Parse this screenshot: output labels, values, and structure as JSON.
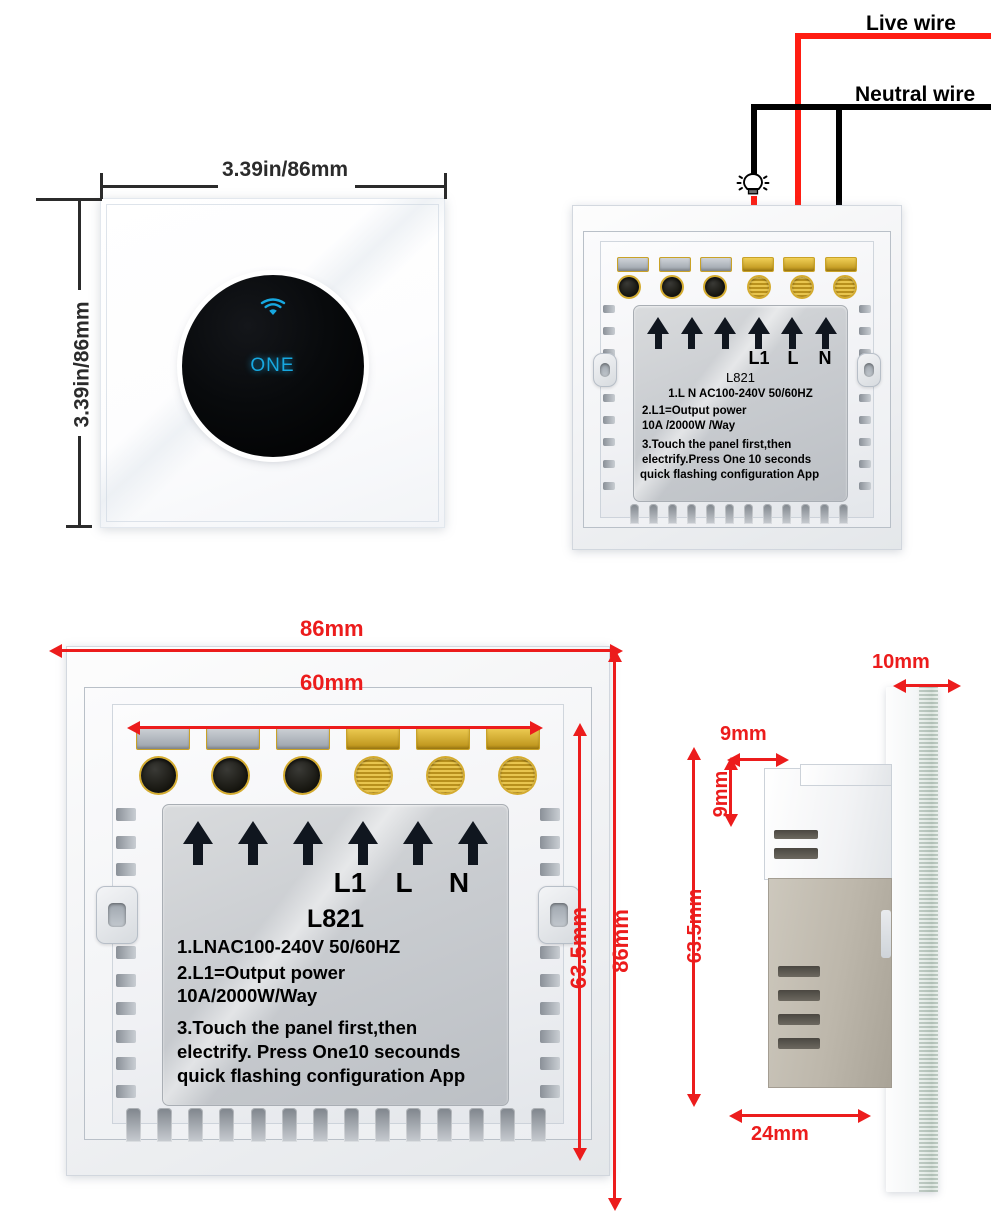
{
  "product": {
    "model": "L821",
    "front_face_label": "ONE",
    "icons": {
      "wifi": "wifi-icon",
      "bulb": "light-bulb-icon"
    }
  },
  "front_view": {
    "width_label": "3.39in/86mm",
    "height_label": "3.39in/86mm"
  },
  "wiring_view": {
    "live_wire_label": "Live wire",
    "neutral_wire_label": "Neutral wire",
    "colors": {
      "live": "#ff1d12",
      "neutral": "#000000"
    },
    "terminal_letters": [
      "L1",
      "L",
      "N"
    ],
    "label": {
      "model": "L821",
      "lines": [
        "1.L N AC100-240V 50/60HZ",
        "2.L1=Output power",
        "10A /2000W /Way",
        "3.Touch the panel first,then",
        "electrify.Press One 10 seconds",
        "quick flashing configuration App"
      ]
    }
  },
  "back_view": {
    "dimensions": {
      "outer_width": "86mm",
      "inner_width": "60mm",
      "inner_height": "63.5mm",
      "outer_height": "86mm"
    },
    "terminal_letters": [
      "L1",
      "L",
      "N"
    ],
    "label": {
      "model": "L821",
      "lines": [
        "1.LNAC100-240V 50/60HZ",
        "2.L1=Output power",
        "10A/2000W/Way",
        "3.Touch the panel first,then",
        "electrify. Press One10 secounds",
        "quick flashing configuration App"
      ]
    }
  },
  "side_view": {
    "dimensions": {
      "glass_thickness": "10mm",
      "top_offset_horizontal": "9mm",
      "top_offset_vertical": "9mm",
      "body_height": "63.5mm",
      "body_depth": "24mm"
    }
  },
  "colors": {
    "dimension_red": "#ec1c1c",
    "dimension_dark": "#2b2b2b",
    "accent_cyan": "#17a8e0"
  }
}
